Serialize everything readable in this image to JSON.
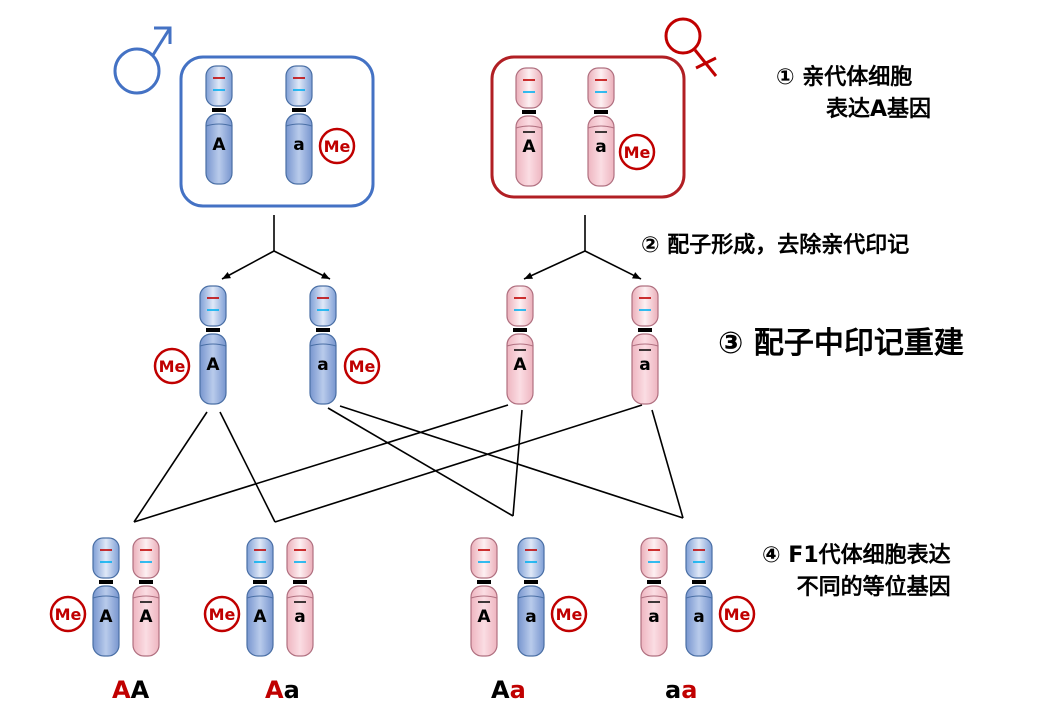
{
  "colors": {
    "male_chrom_top": "#dce6f5",
    "male_chrom_mid": "#8eaadb",
    "male_chrom_edge": "#4a6fa5",
    "female_chrom_top": "#fde9ec",
    "female_chrom_mid": "#f4b8c2",
    "female_chrom_edge": "#b07080",
    "male_box": "#4472c4",
    "female_box": "#b11f24",
    "methyl": "#c00000",
    "band_red": "#c00000",
    "band_blue": "#00b0f0"
  },
  "symbols": {
    "male": "male-symbol-icon",
    "female": "female-symbol-icon"
  },
  "methyl_label": "Me",
  "steps": {
    "s1_line1": "① 亲代体细胞",
    "s1_line2": "表达A基因",
    "s2": "② 配子形成，去除亲代印记",
    "s3": "③ 配子中印记重建",
    "s4_line1": "④ F1代体细胞表达",
    "s4_line2": "不同的等位基因"
  },
  "parents": {
    "male": [
      {
        "allele": "A",
        "methylated": false
      },
      {
        "allele": "a",
        "methylated": true
      }
    ],
    "female": [
      {
        "allele": "A",
        "methylated": false
      },
      {
        "allele": "a",
        "methylated": true
      }
    ]
  },
  "gametes": {
    "male": [
      {
        "allele": "A",
        "methylated": true
      },
      {
        "allele": "a",
        "methylated": true
      }
    ],
    "female": [
      {
        "allele": "A",
        "methylated": false
      },
      {
        "allele": "a",
        "methylated": false
      }
    ]
  },
  "offspring": [
    {
      "genotype": [
        {
          "letter": "A",
          "color": "red"
        },
        {
          "letter": "A",
          "color": "black"
        }
      ],
      "male_allele": "A",
      "female_allele": "A",
      "methyl_side": "left"
    },
    {
      "genotype": [
        {
          "letter": "A",
          "color": "red"
        },
        {
          "letter": "a",
          "color": "black"
        }
      ],
      "male_allele": "A",
      "female_allele": "a",
      "methyl_side": "left"
    },
    {
      "genotype": [
        {
          "letter": "A",
          "color": "black"
        },
        {
          "letter": "a",
          "color": "red"
        }
      ],
      "male_allele": "a",
      "female_allele": "A",
      "methyl_side": "right"
    },
    {
      "genotype": [
        {
          "letter": "a",
          "color": "black"
        },
        {
          "letter": "a",
          "color": "red"
        }
      ],
      "male_allele": "a",
      "female_allele": "a",
      "methyl_side": "right"
    }
  ]
}
